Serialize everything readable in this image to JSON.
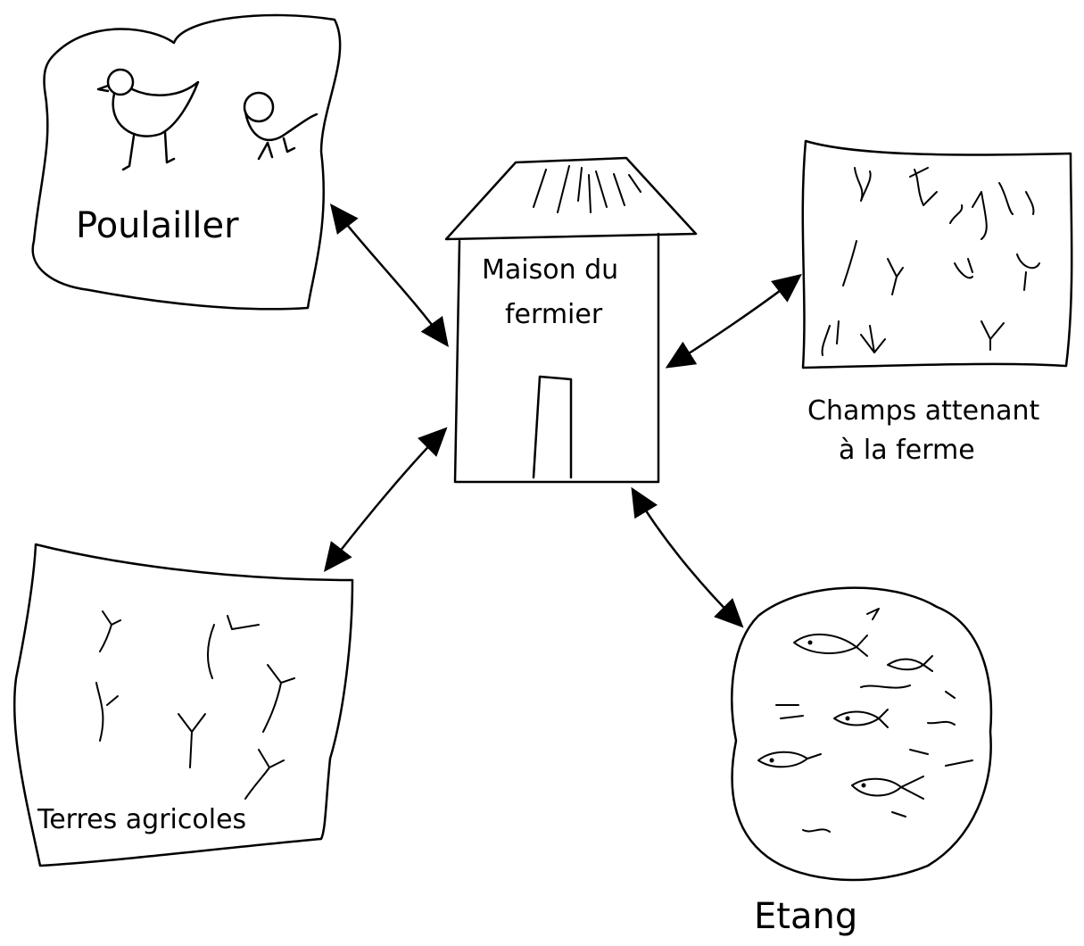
{
  "diagram": {
    "center": {
      "line1": "Maison du",
      "line2": "fermier"
    },
    "poultry": {
      "label": "Poulailler"
    },
    "fields": {
      "line1": "Champs attenant",
      "line2": "à la ferme"
    },
    "farmland": {
      "label": "Terres agricoles"
    },
    "pond": {
      "label": "Etang"
    }
  }
}
